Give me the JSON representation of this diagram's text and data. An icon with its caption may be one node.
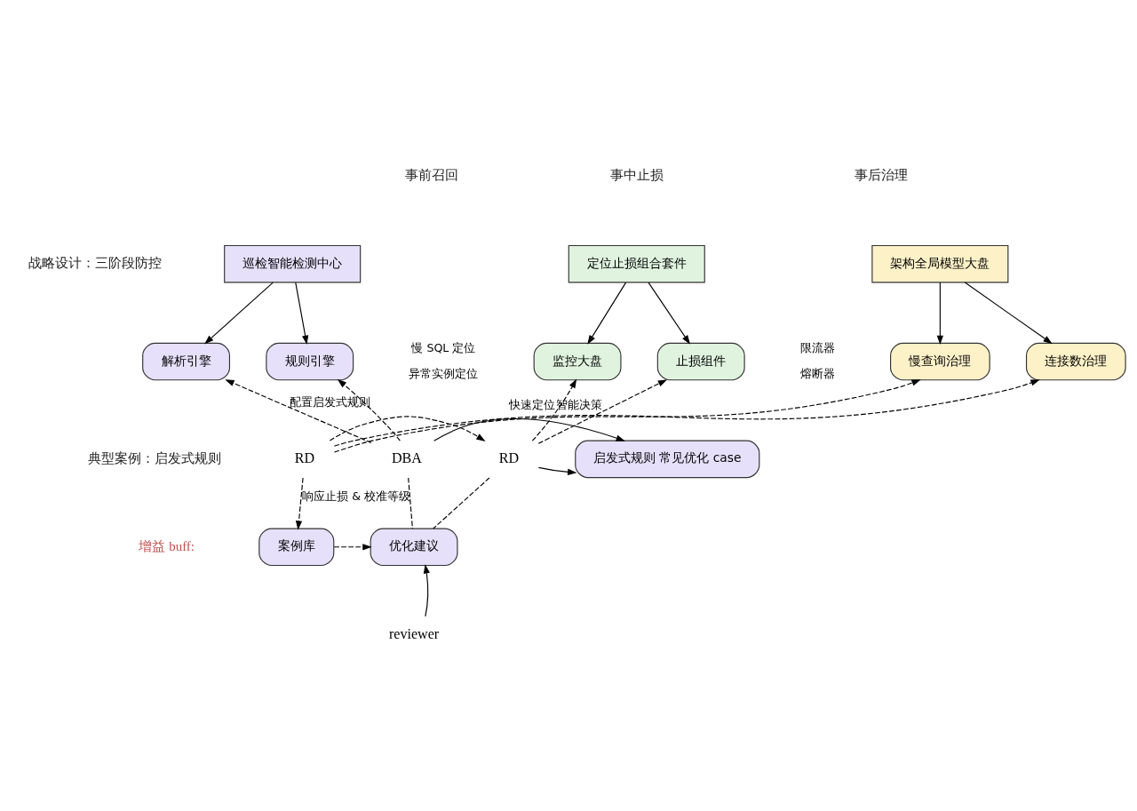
{
  "diagram": {
    "nodes": [
      {
        "text": [
          "巡检智能检测中心"
        ]
      },
      {
        "text": [
          "定位止损组合套件"
        ]
      },
      {
        "text": [
          "架构全局模型大盘"
        ]
      },
      {
        "text": [
          "规则引擎"
        ]
      },
      {
        "text": [
          "解析引擎"
        ]
      },
      {
        "text": [
          "监控大盘"
        ],
        "beside": [
          "慢 SQL 定位",
          "异常实例定位"
        ]
      },
      {
        "text": [
          "止损组件"
        ],
        "beside": [
          "限流器",
          "熔断器"
        ]
      },
      {
        "text": [
          "慢查询治理"
        ]
      },
      {
        "text": [
          "连接数治理"
        ]
      },
      {
        "text": [
          "DBA"
        ]
      },
      {
        "text": [
          "启发式规则 常见优化 case"
        ]
      },
      {
        "text": [
          "RD"
        ]
      },
      {
        "text": [
          "RD"
        ]
      },
      {
        "text": [
          "优化建议"
        ]
      },
      {
        "text": [
          "案例库"
        ]
      },
      {
        "text": [
          "reviewer"
        ]
      }
    ],
    "edges": [
      {
        "from": 0,
        "to": 3,
        "arrow": "to"
      },
      {
        "from": 0,
        "to": 4,
        "arrow": "to"
      },
      {
        "from": 1,
        "to": 5,
        "arrow": "to"
      },
      {
        "from": 1,
        "to": 6,
        "arrow": "to"
      },
      {
        "from": 2,
        "to": 7,
        "arrow": "to"
      },
      {
        "from": 2,
        "to": 8,
        "arrow": "to"
      },
      {
        "from": 9,
        "to": 3,
        "arrow": "to",
        "style": "dashed",
        "label": "配置启发式规则"
      },
      {
        "from": 9,
        "to": 4,
        "arrow": "to",
        "style": "dashed"
      },
      {
        "from": 11,
        "to": 5,
        "arrow": "to",
        "style": "dashed",
        "label": "快速定位"
      },
      {
        "from": 11,
        "to": 6,
        "arrow": "to",
        "style": "dashed",
        "label": "智能决策"
      },
      {
        "from": 12,
        "to": 7,
        "arrow": "to",
        "style": "dashed"
      },
      {
        "from": 12,
        "to": 8,
        "arrow": "to",
        "style": "dashed"
      },
      {
        "from": 9,
        "to": 10,
        "arrow": "to"
      },
      {
        "from": 11,
        "to": 10,
        "arrow": "to"
      },
      {
        "from": 12,
        "to": 11,
        "arrow": "to",
        "style": "dashed"
      },
      {
        "from": 9,
        "to": 13,
        "arrow": "none",
        "style": "dashed",
        "label": "响应止损 & 校准等级"
      },
      {
        "from": 11,
        "to": 13,
        "arrow": "none",
        "style": "dashed"
      },
      {
        "from": 12,
        "to": 14,
        "arrow": "to",
        "style": "dashed"
      },
      {
        "from": 14,
        "to": 13,
        "arrow": "to",
        "style": "dashed"
      },
      {
        "from": 15,
        "to": 13,
        "arrow": "to"
      }
    ],
    "labels": [
      "事前召回",
      "事中止损",
      "事后治理",
      "战略设计：三阶段防控",
      "典型案例：启发式规则",
      "增益 buff:"
    ]
  }
}
